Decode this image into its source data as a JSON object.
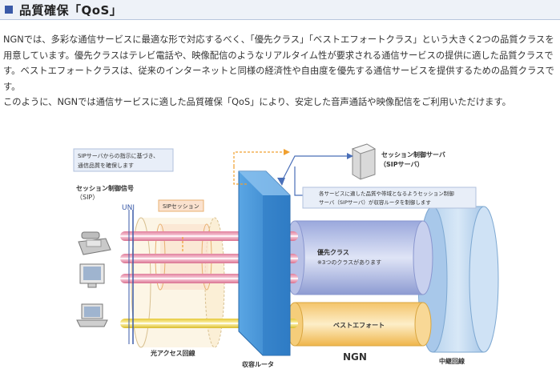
{
  "heading": {
    "title": "品質確保「QoS」"
  },
  "intro": {
    "paragraph1": "NGNでは、多彩な通信サービスに最適な形で対応するべく、「優先クラス」「ベストエフォートクラス」という大きく2つの品質クラスを用意しています。優先クラスはテレビ電話や、映像配信のようなリアルタイム性が要求される通信サービスの提供に適した品質クラスです。ベストエフォートクラスは、従来のインターネットと同様の経済性や自由度を優先する通信サービスを提供するための品質クラスです。",
    "paragraph2": "このように、NGNでは通信サービスに適した品質確保「QoS」により、安定した音声通話や映像配信をご利用いただけます。"
  },
  "diagram": {
    "sip_note_1": "SIPサーバからの指示に基づき、",
    "sip_note_2": "通信品質を確保します",
    "session_signal_1": "セッション制御信号",
    "session_signal_2": "（SIP）",
    "uni": "UNI",
    "sip_session": "SIPセッション",
    "server_label_1": "セッション制御サーバ",
    "server_label_2": "（SIPサーバ）",
    "router_note_1": "各サービスに適した品質や帯域となるようセッション制御",
    "router_note_2": "サーバ（SIPサーバ）が収容ルータを制御します",
    "priority_class": "優先クラス",
    "priority_sub": "※3つのクラスがあります",
    "best_effort": "ベストエフォート",
    "optical_line": "光アクセス回線",
    "router": "収容ルータ",
    "ngn": "NGN",
    "relay_line": "中継回線"
  },
  "colors": {
    "accent": "#3a5aa8",
    "priority_tube": "#ef9fb6",
    "best_effort_tube": "#f5e06a",
    "router_blue": "#3f8fd6",
    "ngn_cylinder": "#c6ddf2",
    "signal_orange": "#f0a030"
  }
}
